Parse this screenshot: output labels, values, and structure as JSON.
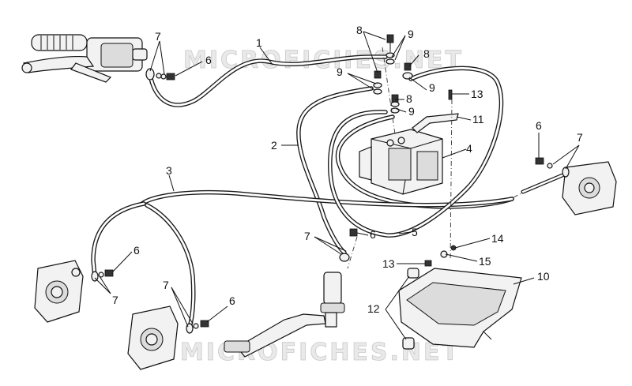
{
  "watermark": {
    "top": "MICROFICHES.NET",
    "bottom": "MICROFICHES.NET"
  },
  "callouts": {
    "n1": "1",
    "n2": "2",
    "n3": "3",
    "n4": "4",
    "n5": "5",
    "n6": "6",
    "n7": "7",
    "n8": "8",
    "n9": "9",
    "n10": "10",
    "n11": "11",
    "n12": "12",
    "n13": "13",
    "n14": "14",
    "n15": "15"
  }
}
